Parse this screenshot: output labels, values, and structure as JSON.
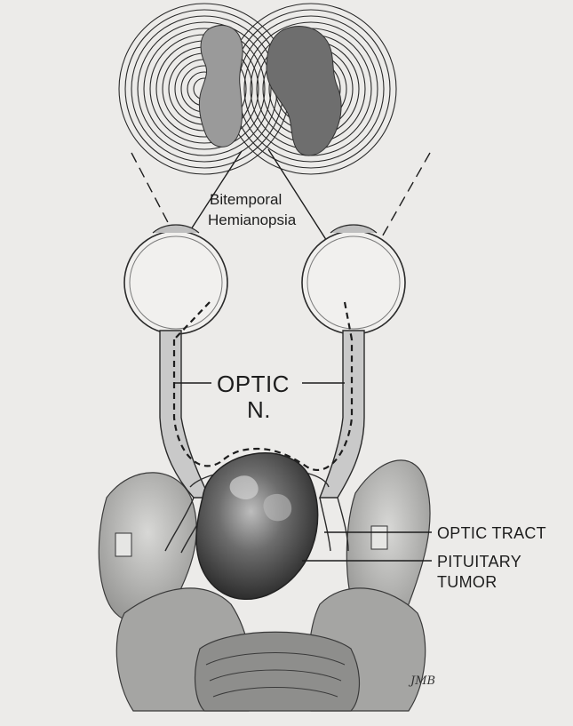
{
  "visual_field_label": [
    "Bitemporal",
    "Hemianopsia"
  ],
  "optic_nerve_label": [
    "OPTIC",
    "N."
  ],
  "optic_tract_label": "OPTIC TRACT",
  "pituitary_tumor_label": [
    "PITUITARY",
    "TUMOR"
  ],
  "artist_signature": "JMB",
  "colors": {
    "background": "#ecebe9",
    "line": "#1d1d1d",
    "field_defect_left": "#9a9a9a",
    "field_defect_right": "#6e6e6e",
    "tumor": "#5a5a5a",
    "nerve_fill": "#c9c9c9"
  }
}
